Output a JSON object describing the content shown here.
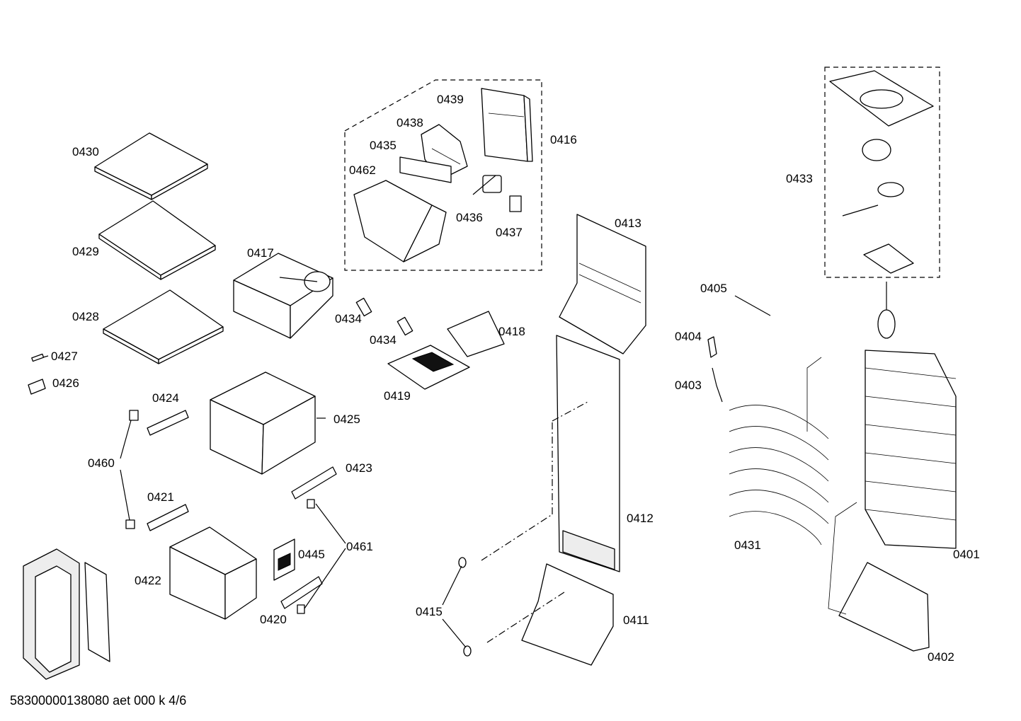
{
  "labels": {
    "l0401": "0401",
    "l0402": "0402",
    "l0403": "0403",
    "l0404": "0404",
    "l0405": "0405",
    "l0411": "0411",
    "l0412": "0412",
    "l0413": "0413",
    "l0415": "0415",
    "l0416": "0416",
    "l0417": "0417",
    "l0418": "0418",
    "l0419": "0419",
    "l0420": "0420",
    "l0421": "0421",
    "l0422": "0422",
    "l0423": "0423",
    "l0424": "0424",
    "l0425": "0425",
    "l0426": "0426",
    "l0427": "0427",
    "l0428": "0428",
    "l0429": "0429",
    "l0430": "0430",
    "l0431": "0431",
    "l0433": "0433",
    "l0434a": "0434",
    "l0434b": "0434",
    "l0435": "0435",
    "l0436": "0436",
    "l0437": "0437",
    "l0438": "0438",
    "l0439": "0439",
    "l0445": "0445",
    "l0460": "0460",
    "l0461": "0461",
    "l0462": "0462"
  },
  "footer": {
    "document_code": "58300000138080 aet 000 k 4/6"
  }
}
